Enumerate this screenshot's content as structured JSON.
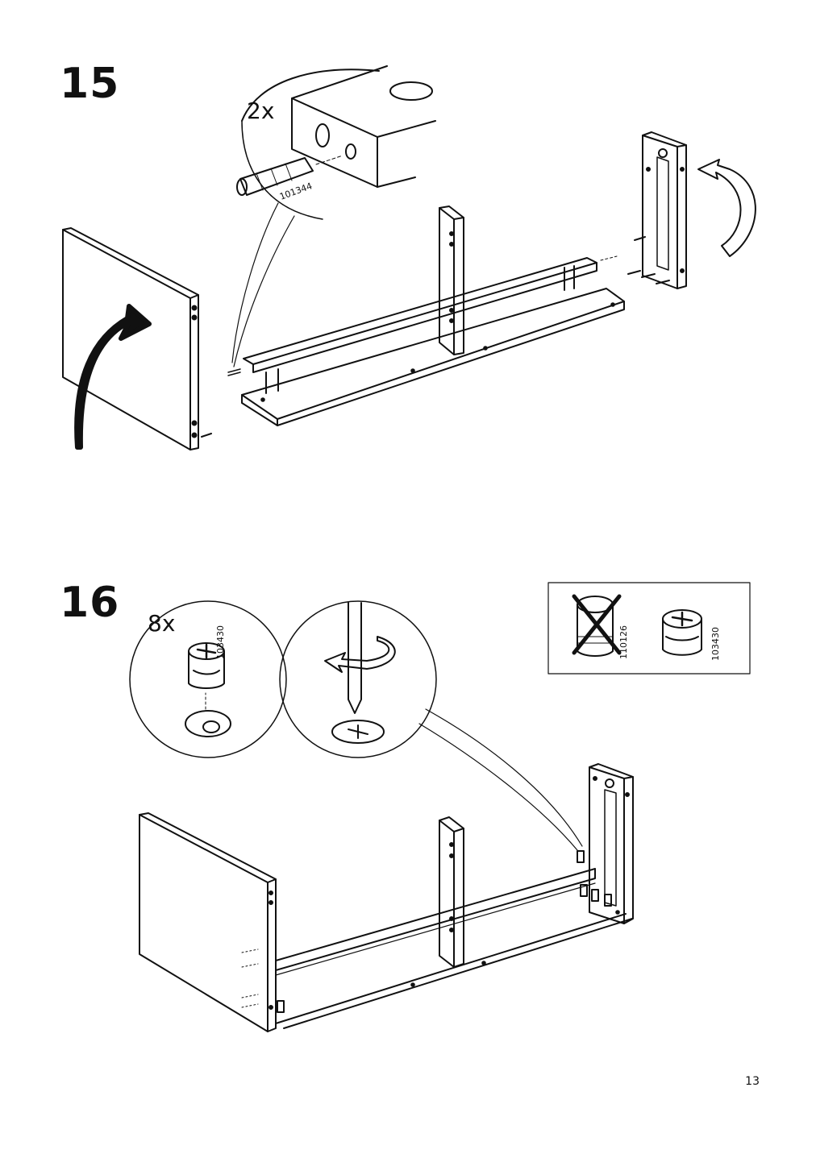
{
  "steps": [
    {
      "number": "15",
      "quantity": "2x",
      "part_numbers": [
        "101344"
      ]
    },
    {
      "number": "16",
      "quantity": "8x",
      "part_numbers": [
        "103430"
      ],
      "reference_box": {
        "wrong_part": "110126",
        "right_part": "103430"
      }
    }
  ],
  "page_number": "13"
}
